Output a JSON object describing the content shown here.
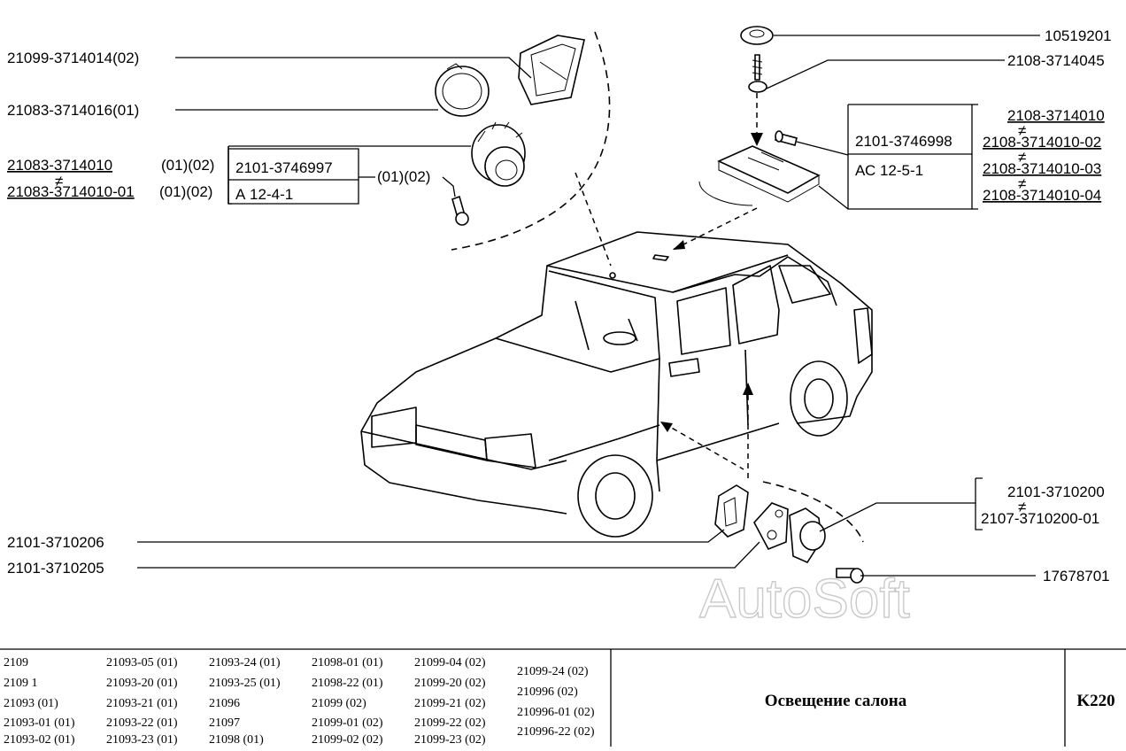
{
  "callouts": {
    "reflector_2109": "21099-3714014(02)",
    "diffuser_21083": "21083-3714016(01)",
    "lamp_rear_a": "21083-3714010",
    "lamp_rear_a_suffix": "(01)(02)",
    "lamp_rear_b": "21083-3714010-01",
    "lamp_rear_b_suffix": "(01)(02)",
    "bulb_rear_code": "2101-3746997",
    "bulb_rear_type": "А 12-4-1",
    "bulb_rear_suffix": "(01)(02)",
    "cap_top": "10519201",
    "screw_top": "2108-3714045",
    "lamp_front_a": "2108-3714010",
    "lamp_front_b": "2108-3714010-02",
    "lamp_front_c": "2108-3714010-03",
    "lamp_front_d": "2108-3714010-04",
    "bulb_front_code": "2101-3746998",
    "bulb_front_type": "АС 12-5-1",
    "switch_a": "2101-3710200",
    "switch_b": "2107-3710200-01",
    "gasket": "2101-3710206",
    "switch_plate": "2101-3710205",
    "screw_bottom": "17678701",
    "neq_mark": "≠"
  },
  "watermark": "AutoSoft",
  "footer": {
    "title": "Освещение салона",
    "code": "K220",
    "models": [
      [
        "2109",
        "2109 1",
        "21093 (01)",
        "21093-01 (01)",
        "21093-02 (01)"
      ],
      [
        "21093-05 (01)",
        "21093-20 (01)",
        "21093-21 (01)",
        "21093-22 (01)",
        "21093-23 (01)"
      ],
      [
        "21093-24 (01)",
        "21093-25 (01)",
        "21096",
        "21097",
        "21098 (01)"
      ],
      [
        "21098-01 (01)",
        "21098-22 (01)",
        "21099 (02)",
        "21099-01 (02)",
        "21099-02 (02)"
      ],
      [
        "21099-04 (02)",
        "21099-20 (02)",
        "21099-21 (02)",
        "21099-22 (02)",
        "21099-23 (02)"
      ],
      [
        "21099-24 (02)",
        "210996 (02)",
        "210996-01 (02)",
        "210996-22 (02)"
      ]
    ]
  }
}
